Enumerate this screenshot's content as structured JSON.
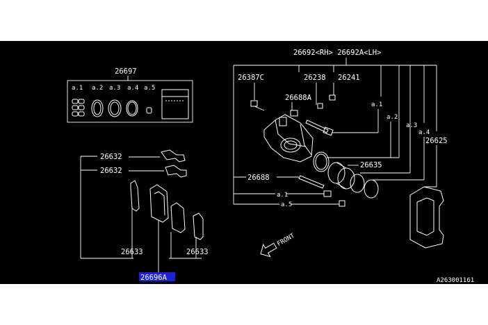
{
  "labels": {
    "kit_box": "26697",
    "a1": "a.1",
    "a2": "a.2",
    "a3": "a.3",
    "a4": "a.4",
    "a5": "a.5",
    "pad_clip_upper": "26632",
    "pad_clip_lower": "26632",
    "shim_left": "26633",
    "shim_right": "26633",
    "pad_set": "26696A",
    "caliper_header": "26692<RH> 26692A<LH>",
    "bleeder": "26387C",
    "part_26238": "26238",
    "part_26241": "26241",
    "pin_boot": "26688A",
    "caliper_a1": "a.1",
    "caliper_a2": "a.2",
    "caliper_a3": "a.3",
    "caliper_a4": "a.4",
    "support": "26625",
    "piston": "26635",
    "pin": "26688",
    "lower_a1": "a.1",
    "lower_a5": "a.5",
    "front": "FRONT",
    "drawing_code": "A263001161"
  },
  "colors": {
    "background": "#000000",
    "line": "#ffffff",
    "highlight": "#1d22d8"
  }
}
